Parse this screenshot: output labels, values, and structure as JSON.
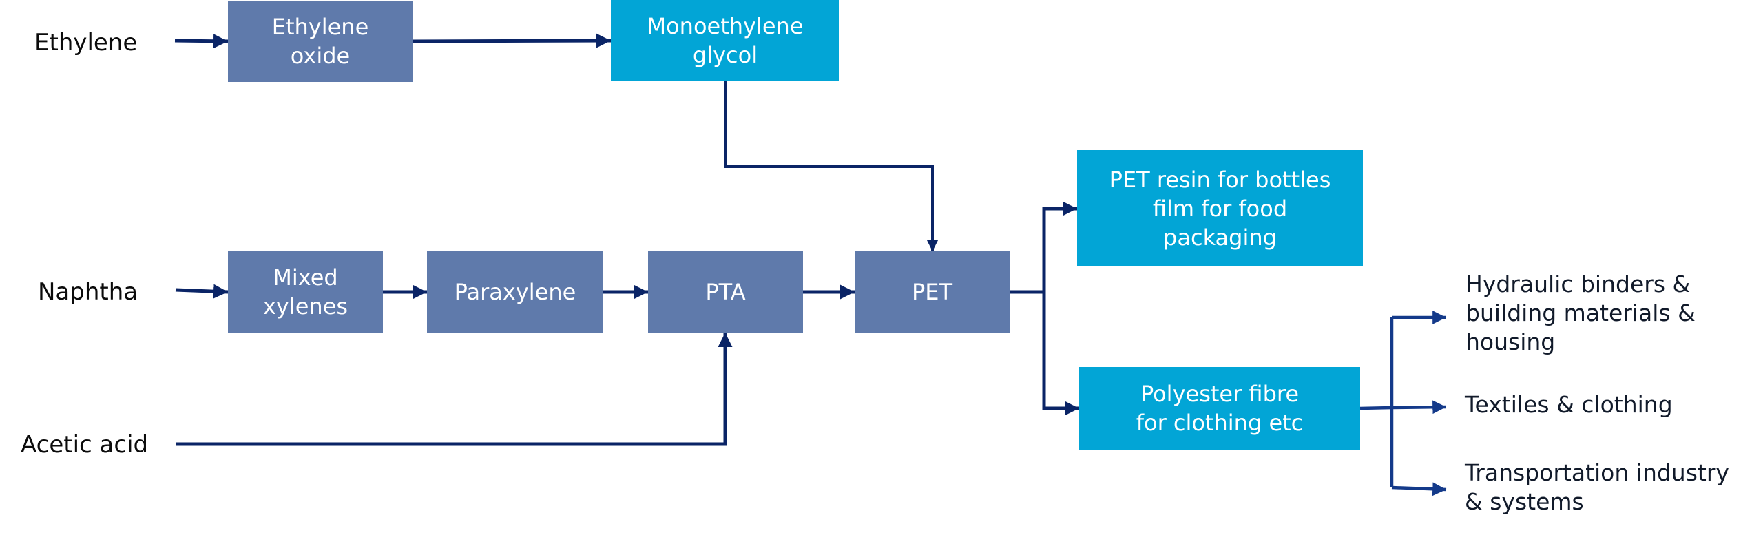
{
  "diagram": {
    "title": "PET value chain",
    "colors": {
      "intermediate_box": "#5f7aab",
      "product_box": "#02a5d6",
      "connector": "#0a2466",
      "output_connector": "#143a8a",
      "box_text": "#ffffff",
      "label_text": "#0b0b0b"
    },
    "inputs": {
      "ethylene": "Ethylene",
      "naphtha": "Naphtha",
      "acetic_acid": "Acetic acid"
    },
    "nodes": {
      "ethylene_oxide": "Ethylene\noxide",
      "monoethylene_glycol": "Monoethylene\nglycol",
      "mixed_xylenes": "Mixed\nxylenes",
      "paraxylene": "Paraxylene",
      "pta": "PTA",
      "pet": "PET",
      "pet_resin": "PET resin for bottles\nfilm for food\npackaging",
      "polyester_fibre": "Polyester fibre\nfor clothing etc"
    },
    "outputs": {
      "hydraulic": "Hydraulic binders  &\nbuilding materials &\nhousing",
      "textiles": "Textiles & clothing",
      "transportation": "Transportation industry\n& systems"
    },
    "edges": [
      {
        "from": "Ethylene",
        "to": "Ethylene oxide"
      },
      {
        "from": "Ethylene oxide",
        "to": "Monoethylene glycol"
      },
      {
        "from": "Monoethylene glycol",
        "to": "PET"
      },
      {
        "from": "Naphtha",
        "to": "Mixed xylenes"
      },
      {
        "from": "Mixed xylenes",
        "to": "Paraxylene"
      },
      {
        "from": "Paraxylene",
        "to": "PTA"
      },
      {
        "from": "Acetic acid",
        "to": "PTA"
      },
      {
        "from": "PTA",
        "to": "PET"
      },
      {
        "from": "PET",
        "to": "PET resin for bottles film for food packaging"
      },
      {
        "from": "PET",
        "to": "Polyester fibre for clothing etc"
      },
      {
        "from": "Polyester fibre for clothing etc",
        "to": "Hydraulic binders & building materials & housing"
      },
      {
        "from": "Polyester fibre for clothing etc",
        "to": "Textiles & clothing"
      },
      {
        "from": "Polyester fibre for clothing etc",
        "to": "Transportation industry & systems"
      }
    ]
  }
}
